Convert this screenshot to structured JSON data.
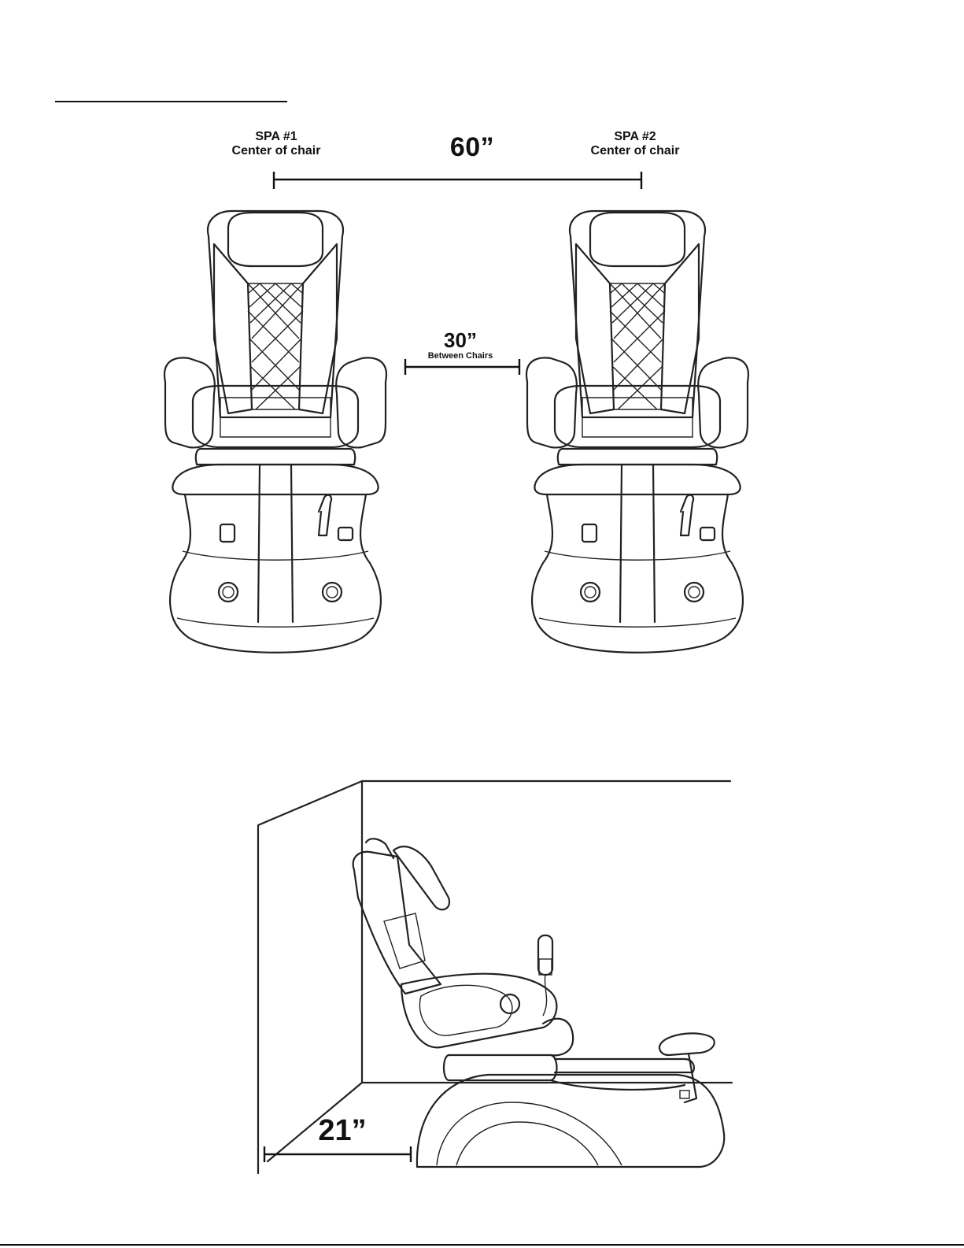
{
  "front_view": {
    "spa1": {
      "title": "SPA #1",
      "subtitle": "Center of chair"
    },
    "spa2": {
      "title": "SPA #2",
      "subtitle": "Center of chair"
    },
    "center_distance": "60”",
    "gap_distance": "30”",
    "gap_caption": "Between Chairs"
  },
  "side_view": {
    "wall_distance": "21”"
  }
}
